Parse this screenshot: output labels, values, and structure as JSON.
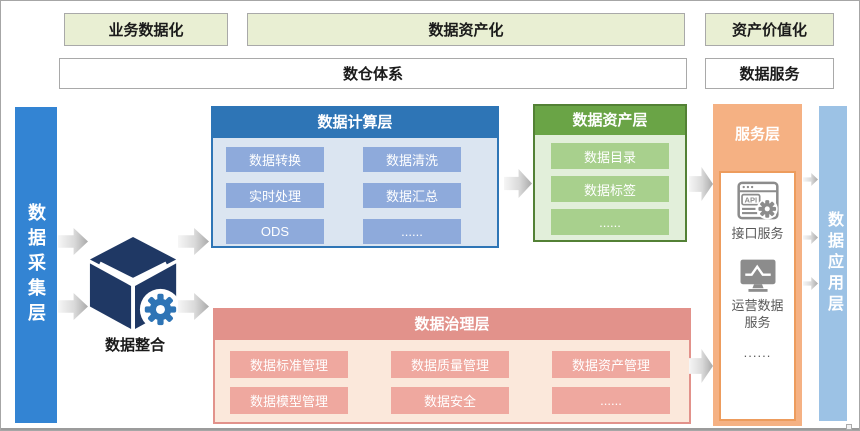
{
  "top_flow": {
    "business_label": "业务数据化",
    "assetization_label": "数据资产化",
    "valuation_label": "资产价值化"
  },
  "system_row": {
    "warehouse_label": "数仓体系",
    "data_service_label": "数据服务"
  },
  "collection_layer": {
    "title": "数据采集层"
  },
  "integration": {
    "label": "数据整合"
  },
  "compute_layer": {
    "title": "数据计算层",
    "items": [
      "数据转换",
      "数据清洗",
      "实时处理",
      "数据汇总",
      "ODS",
      "......"
    ]
  },
  "asset_layer": {
    "title": "数据资产层",
    "items": [
      "数据目录",
      "数据标签",
      "......"
    ]
  },
  "governance_layer": {
    "title": "数据治理层",
    "items": [
      "数据标准管理",
      "数据质量管理",
      "数据资产管理",
      "数据模型管理",
      "数据安全",
      "......"
    ]
  },
  "service_layer": {
    "title": "服务层",
    "api_icon_text": "API",
    "interface_service_label": "接口服务",
    "operation_service_label": "运营数据服务",
    "more_label": "......"
  },
  "application_layer": {
    "title": "数据应用层"
  },
  "colors": {
    "accent-blue": "#3384D3",
    "light-blue-bar": "#9CC2E5",
    "compute-header": "#2E75B6",
    "compute-body": "#DBE5F1",
    "compute-cell": "#8EAADB",
    "asset-header": "#6AA446",
    "asset-border": "#538135",
    "asset-body": "#E2EFDA",
    "asset-cell": "#A8D08D",
    "governance-header": "#E2928B",
    "governance-body": "#FBE8DB",
    "governance-cell": "#EFA89F",
    "service-bg": "#F5B183",
    "service-border": "#ED9C5D",
    "stage-box-bg": "#E9EFD3",
    "stage-box-border": "#A9A9A9",
    "icon-gray": "#8C8C8C",
    "cube-navy": "#1F3864",
    "gear-blue": "#2E74B5"
  }
}
